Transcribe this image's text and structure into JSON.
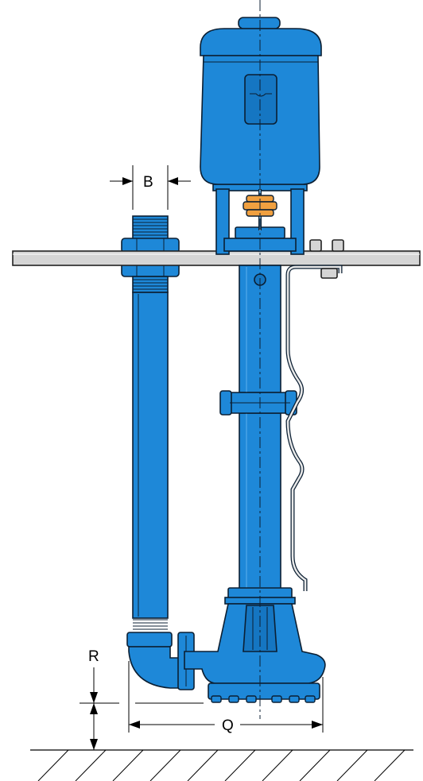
{
  "diagram": {
    "labels": {
      "b": "B",
      "r": "R",
      "q": "Q"
    },
    "colors": {
      "pump_body": "#1e88d8",
      "pump_shadow": "#1576c2",
      "coupling": "#f0a040",
      "plate": "#d5d5d5",
      "outline": "#0b1f33"
    }
  }
}
